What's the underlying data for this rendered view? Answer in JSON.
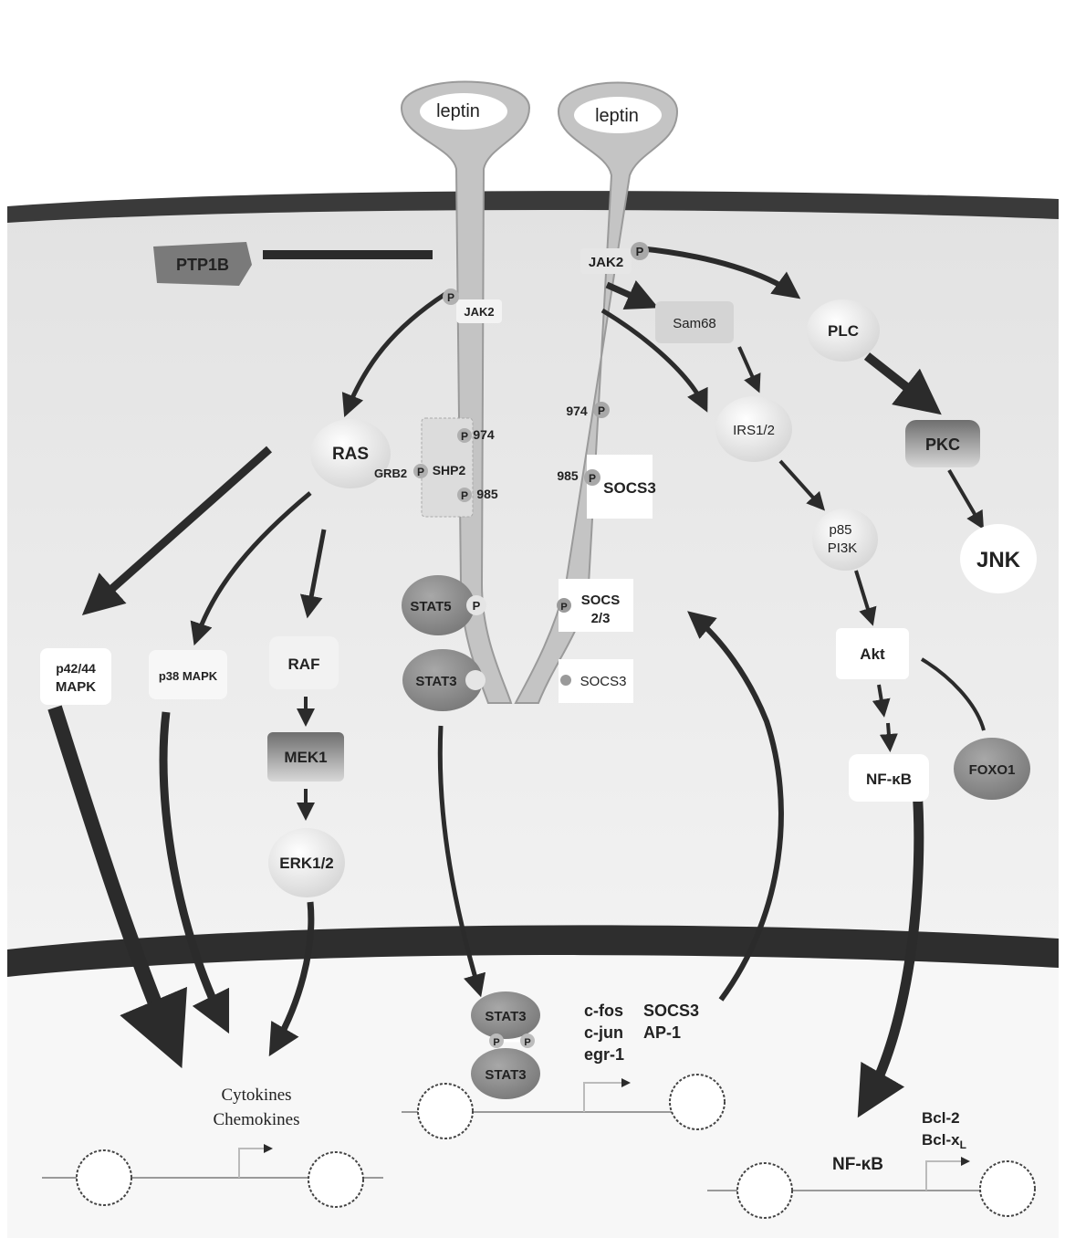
{
  "ligands": {
    "left": "leptin",
    "right": "leptin"
  },
  "cytoplasm": {
    "ptp1b": "PTP1B",
    "jak2_left": "JAK2",
    "jak2_right": "JAK2",
    "phospho": "P",
    "ras": "RAS",
    "grb2": "GRB2",
    "shp2": "SHP2",
    "y974_left": "974",
    "y985_left": "985",
    "y974_right": "974",
    "y985_right": "985",
    "socs3_receptor": "SOCS3",
    "stat5": "STAT5",
    "stat3": "STAT3",
    "socs23_line1": "SOCS",
    "socs23_line2": "2/3",
    "socs3_lower": "SOCS3",
    "p4244_line1": "p42/44",
    "p4244_line2": "MAPK",
    "p38": "p38 MAPK",
    "raf": "RAF",
    "mek1": "MEK1",
    "erk": "ERK1/2",
    "sam68": "Sam68",
    "irs": "IRS1/2",
    "pi3k_line1": "p85",
    "pi3k_line2": "PI3K",
    "akt": "Akt",
    "nfkb": "NF-κB",
    "foxo1": "FOXO1",
    "plc": "PLC",
    "pkc": "PKC",
    "jnk": "JNK"
  },
  "nucleus": {
    "stat3_top": "STAT3",
    "stat3_bottom": "STAT3",
    "genes_col1": [
      "c-fos",
      "c-jun",
      "egr-1"
    ],
    "genes_col2": [
      "SOCS3",
      "AP-1"
    ],
    "cytokines": "Cytokines",
    "chemokines": "Chemokines",
    "nfkb": "NF-κB",
    "bcl2": "Bcl-2",
    "bclxl": "Bcl-x",
    "bclxl_sub": "L"
  },
  "colors": {
    "membrane": "#3a3a3a",
    "cytoplasm": "#ececec",
    "receptor": "#c4c4c4",
    "stat_oval": "#8c8c8c",
    "arrow": "#2b2b2b"
  }
}
